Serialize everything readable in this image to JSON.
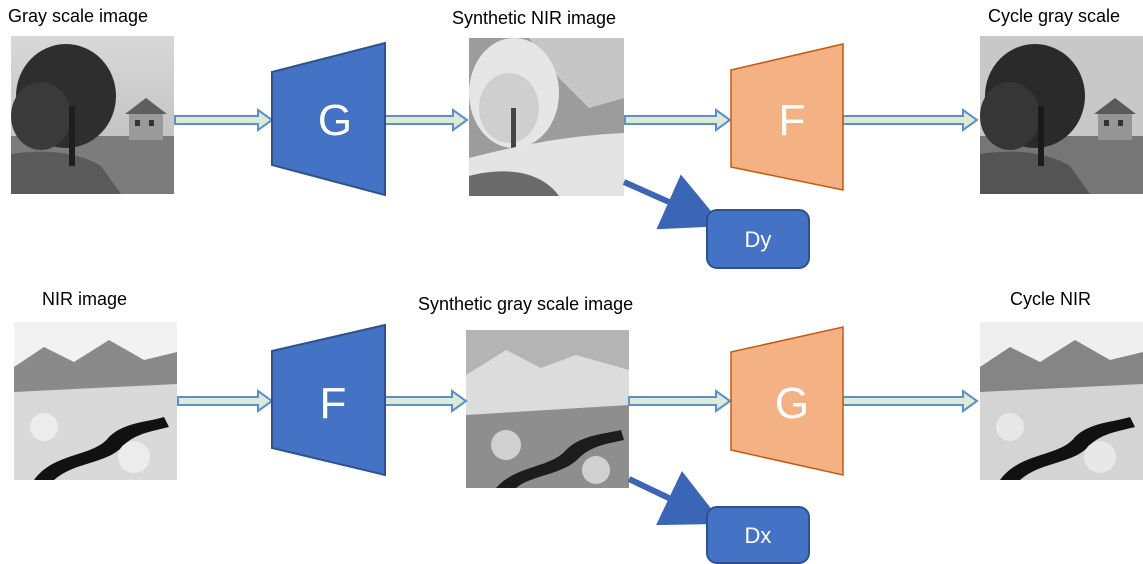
{
  "row1": {
    "input_label": "Gray scale image",
    "synthetic_label": "Synthetic NIR image",
    "cycle_label": "Cycle gray scale",
    "generator_1": "G",
    "generator_2": "F",
    "discriminator": "Dy"
  },
  "row2": {
    "input_label": "NIR image",
    "synthetic_label": "Synthetic gray scale image",
    "cycle_label": "Cycle NIR",
    "generator_1": "F",
    "generator_2": "G",
    "discriminator": "Dx"
  },
  "colors": {
    "generator_blue": "#4472C4",
    "generator_orange": "#F4B183",
    "arrow_fill": "#DDEBD6",
    "arrow_stroke": "#5B8FD0",
    "diag_arrow": "#3A66B5"
  }
}
